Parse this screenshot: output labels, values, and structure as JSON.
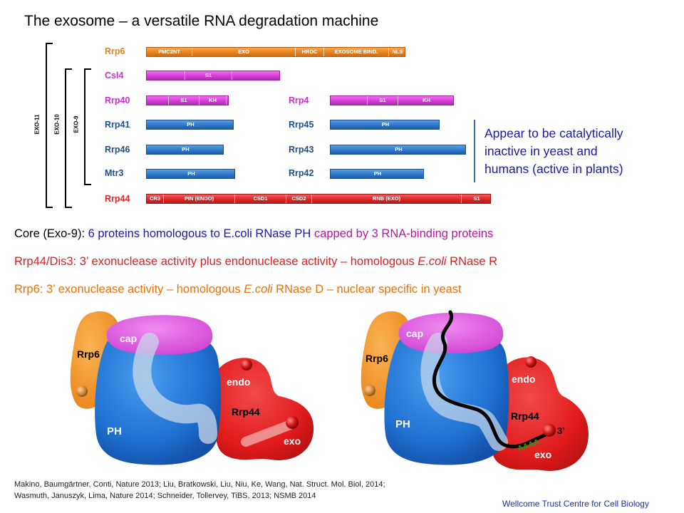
{
  "title": "The exosome – a versatile RNA degradation machine",
  "brackets": {
    "exo11": "EXO-11",
    "exo10": "EXO-10",
    "exo9": "EXO-9"
  },
  "colors": {
    "orange": "#e8831c",
    "magenta": "#cc2ecf",
    "blue": "#2f77c9",
    "red": "#dc2626",
    "note_blue": "#1a1aa6"
  },
  "proteins": {
    "rrp6": {
      "name": "Rrp6",
      "domains": [
        "PMC2NT",
        "EXO",
        "HRDC",
        "EXOSOME BIND.",
        "NLS"
      ]
    },
    "csl4": {
      "name": "Csl4",
      "domains": [
        "",
        "S1",
        ""
      ]
    },
    "rrp40": {
      "name": "Rrp40",
      "domains": [
        "",
        "S1",
        "KH",
        ""
      ]
    },
    "rrp4": {
      "name": "Rrp4",
      "domains": [
        "",
        "S1",
        "KH",
        ""
      ]
    },
    "rrp41": {
      "name": "Rrp41",
      "domains": [
        "PH"
      ]
    },
    "rrp45": {
      "name": "Rrp45",
      "domains": [
        "PH"
      ]
    },
    "rrp46": {
      "name": "Rrp46",
      "domains": [
        "PH"
      ]
    },
    "rrp43": {
      "name": "Rrp43",
      "domains": [
        "PH"
      ]
    },
    "mtr3": {
      "name": "Mtr3",
      "domains": [
        "PH"
      ]
    },
    "rrp42": {
      "name": "Rrp42",
      "domains": [
        "PH"
      ]
    },
    "rrp44": {
      "name": "Rrp44",
      "domains": [
        "CR3",
        "PIN (ENDO)",
        "CSD1",
        "CSD2",
        "RNB (EXO)",
        "S1"
      ]
    }
  },
  "note": {
    "line1": "Appear to be catalytically",
    "line2": "inactive in yeast and",
    "line3": "humans (active in plants)"
  },
  "statements": {
    "core_prefix": "Core (Exo-9): ",
    "core_blue": "6 proteins homologous to E.coli RNase PH ",
    "core_magenta": "capped by 3 RNA-binding proteins",
    "rrp44_a": "Rrp44/Dis3: 3’ exonuclease activity plus endonuclease activity – homologous ",
    "rrp44_italic": "E.coli",
    "rrp44_b": " RNase R",
    "rrp6_a": "Rrp6: 3’ exonuclease activity – homologous ",
    "rrp6_italic": "E.coli",
    "rrp6_b": " RNase D – nuclear specific in yeast"
  },
  "illustration": {
    "left": {
      "cap": "cap",
      "rrp6": "Rrp6",
      "ph": "PH",
      "endo": "endo",
      "rrp44": "Rrp44",
      "exo": "exo"
    },
    "right": {
      "cap": "cap",
      "rrp6": "Rrp6",
      "ph": "PH",
      "endo": "endo",
      "rrp44": "Rrp44",
      "exo": "exo",
      "polya": "AAAA",
      "three_prime": "3’"
    }
  },
  "references": {
    "line1": "Makino, Baumgärtner, Conti, Nature 2013; Liu, Bratkowski, Liu, Niu, Ke, Wang, Nat. Struct. Mol. Biol, 2014;",
    "line2": "Wasmuth, Januszyk, Lima, Nature 2014; Schneider, Tollervey, TiBS, 2013; NSMB 2014"
  },
  "footer": "Wellcome Trust Centre for Cell Biology"
}
